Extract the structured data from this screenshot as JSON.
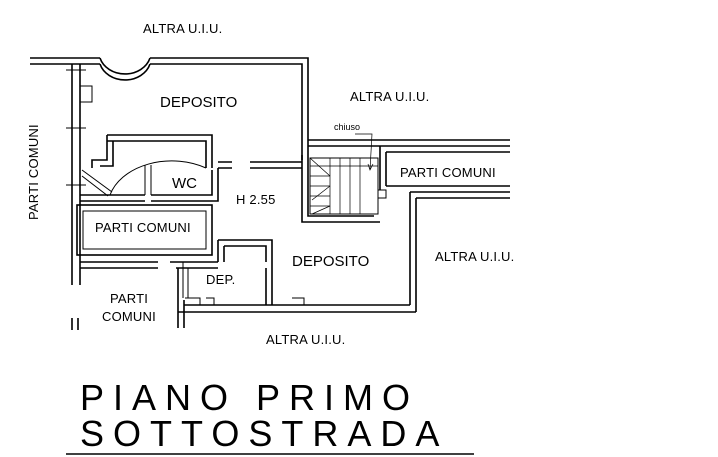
{
  "plan": {
    "labels": {
      "altra_top": "ALTRA U.I.U.",
      "altra_right_top": "ALTRA U.I.U.",
      "altra_right": "ALTRA U.I.U.",
      "altra_bottom": "ALTRA U.I.U.",
      "deposito_top": "DEPOSITO",
      "deposito_main": "DEPOSITO",
      "dep_small": "DEP.",
      "wc": "WC",
      "height": "H 2.55",
      "chiuso": "chiuso",
      "parti_comuni_left": "PARTI COMUNI",
      "parti_comuni_box": "PARTI COMUNI",
      "parti_comuni_right": "PARTI COMUNI",
      "parti_comuni_bottom_1": "PARTI",
      "parti_comuni_bottom_2": "COMUNI"
    },
    "title": {
      "line1": "PIANO PRIMO",
      "line2": "SOTTOSTRADA"
    }
  }
}
